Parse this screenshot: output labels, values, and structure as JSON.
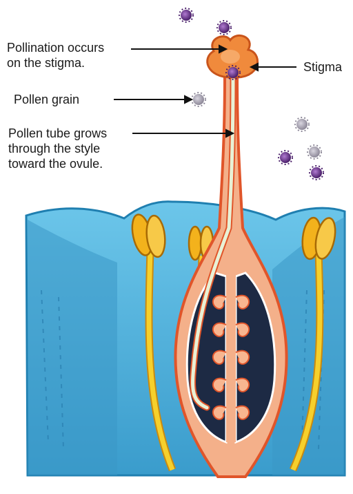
{
  "labels": {
    "pollination": [
      "Pollination occurs",
      "on the stigma."
    ],
    "stigma": "Stigma",
    "pollen_grain": "Pollen grain",
    "pollen_tube": [
      "Pollen tube grows",
      "through the style",
      "toward the ovule."
    ]
  },
  "colors": {
    "petal_blue": "#4fb3dc",
    "petal_dark": "#1f7fb0",
    "pistil": "#f4b08a",
    "pistil_edge": "#e0552a",
    "stigma": "#f08a3c",
    "pollen_tube": "#e8f1d6",
    "anther": "#f3b21c",
    "filament": "#f6d02c",
    "pollen": "#7a3c9a",
    "pollen_gray": "#a7a3b2"
  }
}
